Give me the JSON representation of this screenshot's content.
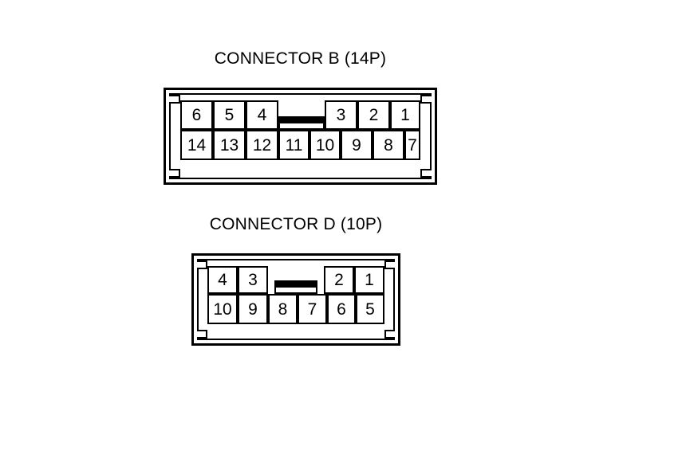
{
  "page": {
    "background_color": "#ffffff",
    "line_color": "#000000"
  },
  "connectors": [
    {
      "id": "connector-b",
      "title": "CONNECTOR B (14P)",
      "pin_count": "14P",
      "columns": 7,
      "top_row_left": [
        "6",
        "5",
        "4"
      ],
      "top_row_right": [
        "3",
        "2",
        "1"
      ],
      "bottom_row": [
        "14",
        "13",
        "12",
        "11",
        "10",
        "9",
        "8",
        "7"
      ]
    },
    {
      "id": "connector-d",
      "title": "CONNECTOR D (10P)",
      "pin_count": "10P",
      "columns": 6,
      "top_row_left": [
        "4",
        "3"
      ],
      "top_row_right": [
        "2",
        "1"
      ],
      "bottom_row": [
        "10",
        "9",
        "8",
        "7",
        "6",
        "5"
      ]
    }
  ]
}
